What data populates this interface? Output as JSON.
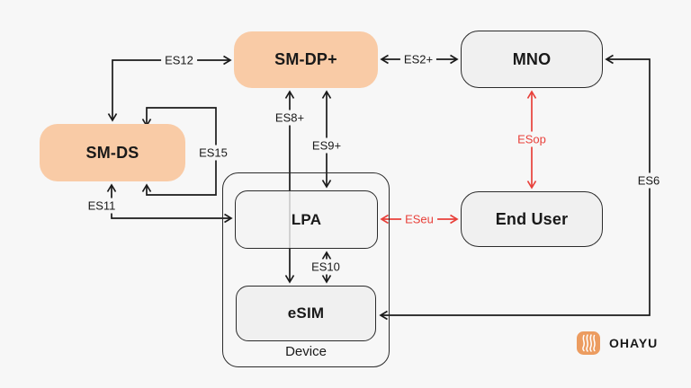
{
  "diagram": {
    "nodes": {
      "sm_dp": {
        "label": "SM-DP+"
      },
      "mno": {
        "label": "MNO"
      },
      "sm_ds": {
        "label": "SM-DS"
      },
      "device": {
        "label": "Device"
      },
      "lpa": {
        "label": "LPA"
      },
      "esim": {
        "label": "eSIM"
      },
      "end_user": {
        "label": "End User"
      }
    },
    "edges": {
      "es12": {
        "label": "ES12",
        "from": "SM-DS",
        "to": "SM-DP+",
        "color": "#1a1a1a"
      },
      "es2": {
        "label": "ES2+",
        "from": "SM-DP+",
        "to": "MNO",
        "color": "#1a1a1a"
      },
      "es8": {
        "label": "ES8+",
        "from": "SM-DP+",
        "to": "eSIM",
        "color": "#1a1a1a"
      },
      "es9": {
        "label": "ES9+",
        "from": "SM-DP+",
        "to": "LPA",
        "color": "#1a1a1a"
      },
      "es15": {
        "label": "ES15",
        "from": "SM-DS",
        "to": "SM-DS",
        "color": "#1a1a1a"
      },
      "es11": {
        "label": "ES11",
        "from": "SM-DS",
        "to": "LPA",
        "color": "#1a1a1a"
      },
      "es10": {
        "label": "ES10",
        "from": "LPA",
        "to": "eSIM",
        "color": "#1a1a1a"
      },
      "es6": {
        "label": "ES6",
        "from": "MNO",
        "to": "eSIM",
        "color": "#1a1a1a"
      },
      "esop": {
        "label": "ESop",
        "from": "MNO",
        "to": "End User",
        "color": "#e8403a"
      },
      "eseu": {
        "label": "ESeu",
        "from": "LPA",
        "to": "End User",
        "color": "#e8403a"
      }
    },
    "colors": {
      "background": "#f7f7f7",
      "node_accent": "#f9cba6",
      "node_gray": "#f0f0f0",
      "line_black": "#1a1a1a",
      "line_red": "#e8403a",
      "logo_orange": "#ec9c60"
    }
  },
  "branding": {
    "logo_text": "OHAYU",
    "logo_icon": "ohayu-wave-icon"
  }
}
